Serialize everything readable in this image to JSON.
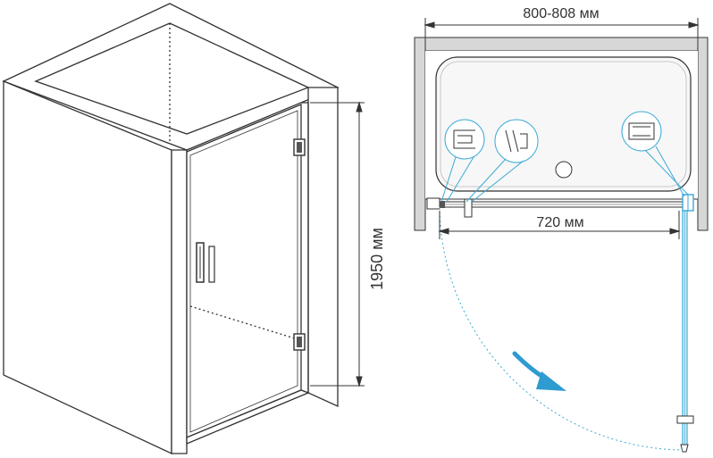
{
  "dimensions": {
    "total_width": "800-808 мм",
    "door_width": "720 мм",
    "height": "1950 мм"
  },
  "colors": {
    "line": "#333333",
    "wall_fill": "#d7d7d7",
    "glass_blue": "#3aa9d6",
    "arrow_blue": "#2e9bd1",
    "tray_fill": "#f7f7f7"
  }
}
